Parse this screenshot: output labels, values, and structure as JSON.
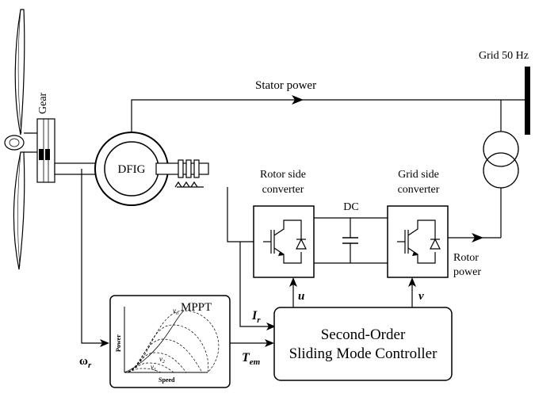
{
  "labels": {
    "gear": "Gear",
    "dfig": "DFIG",
    "grid": "Grid 50 Hz",
    "stator_power": "Stator power",
    "rotor_side_converter": [
      "Rotor side",
      "converter"
    ],
    "grid_side_converter": [
      "Grid side",
      "converter"
    ],
    "dc": "DC",
    "rotor_power": [
      "Rotor",
      "power"
    ],
    "mppt": "MPPT",
    "controller": [
      "Second-Order",
      "Sliding Mode Controller"
    ],
    "signal_u": "u",
    "signal_v": "v",
    "signal_ir": "I",
    "signal_ir_sub": "r",
    "signal_tem": "T",
    "signal_tem_sub": "em",
    "signal_omega": "ω",
    "signal_omega_sub": "r"
  },
  "mppt_plot": {
    "ylabel": "Power",
    "xlabel": "Speed",
    "curve_labels": [
      "v",
      "v",
      "v"
    ],
    "curve_label_subs": [
      "n",
      "2",
      "1"
    ]
  }
}
